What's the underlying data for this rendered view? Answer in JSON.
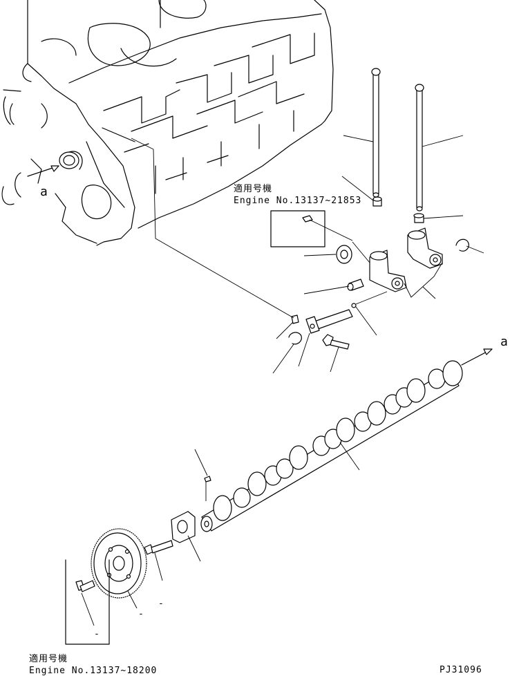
{
  "notes": [
    {
      "line1": "適用号機",
      "line2": "Engine No.13137~21853"
    },
    {
      "line1": "適用号機",
      "line2": "Engine No.13137~18200"
    }
  ],
  "references": [
    "a",
    "a"
  ],
  "drawing_code": "PJ31096",
  "marks": [
    "-",
    "-",
    "-"
  ]
}
